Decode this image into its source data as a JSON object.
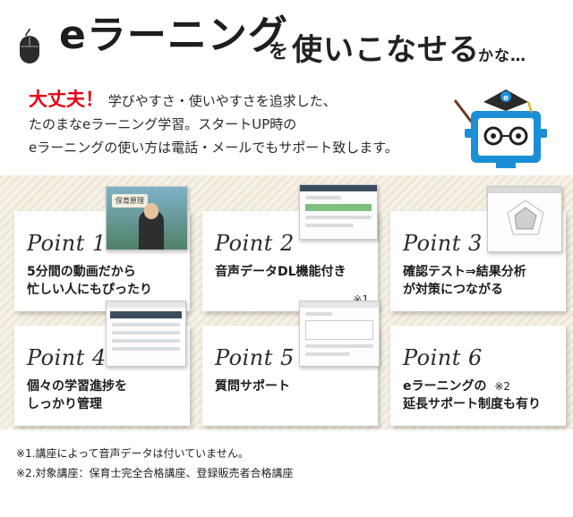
{
  "header": {
    "title_main": "eラーニング",
    "title_particle": "を",
    "title_mid": "使いこなせる",
    "title_tail": "かな…",
    "mouse_icon": "computer-mouse-icon"
  },
  "intro": {
    "strong": "大丈夫！",
    "line1_rest": "学びやすさ・使いやすさを追求した、",
    "line2": "たのまなeラーニング学習。スタートUP時の",
    "line3": "eラーニングの使い方は電話・メールでもサポート致します。"
  },
  "mascot": {
    "icon": "graduate-computer-mascot-icon",
    "cap_letter": "e"
  },
  "points": [
    {
      "label": "Point 1",
      "desc_line1": "5分間の動画だから",
      "desc_line2": "忙しい人にもぴったり",
      "note": "",
      "shot_caption": "保育原理"
    },
    {
      "label": "Point 2",
      "desc_line1": "音声データDL機能付き",
      "desc_line2": "",
      "note": "※1",
      "shot_caption": ""
    },
    {
      "label": "Point 3",
      "desc_line1": "確認テスト⇒結果分析",
      "desc_line2": "が対策につながる",
      "note": "",
      "shot_caption": ""
    },
    {
      "label": "Point 4",
      "desc_line1": "個々の学習進捗を",
      "desc_line2": "しっかり管理",
      "note": "",
      "shot_caption": ""
    },
    {
      "label": "Point 5",
      "desc_line1": "質問サポート",
      "desc_line2": "",
      "note": "",
      "shot_caption": ""
    },
    {
      "label": "Point 6",
      "desc_line1": "eラーニングの",
      "desc_line2": "延長サポート制度も有り",
      "note": "※2",
      "shot_caption": ""
    }
  ],
  "footnotes": {
    "note1": "※1.講座によって音声データは付いていません。",
    "note2": "※2.対象講座：保育士完全合格講座、登録販売者合格講座"
  },
  "colors": {
    "accent_red": "#e60012",
    "panel_stripe": "#efe7d8",
    "mascot_blue": "#1a8fd6"
  }
}
